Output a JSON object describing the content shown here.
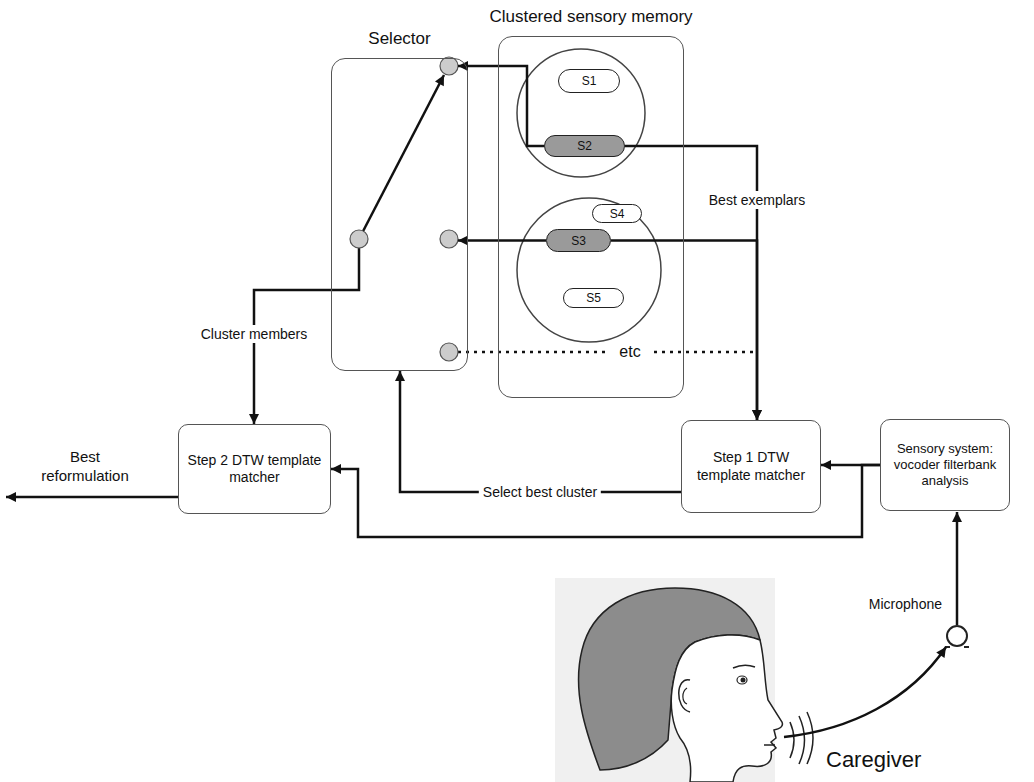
{
  "diagram": {
    "nodes": [
      {
        "text": [
          "Clustered sensory memory"
        ]
      },
      {
        "text": [
          "S1"
        ],
        "in": 0
      },
      {
        "text": [
          "S2"
        ],
        "in": 0
      },
      {
        "text": [
          "S4"
        ],
        "in": 0
      },
      {
        "text": [
          "S3"
        ],
        "in": 0
      },
      {
        "text": [
          "S5"
        ],
        "in": 0
      },
      {
        "text": [
          "Selector"
        ]
      },
      {
        "text": [
          "Step 1 DTW template matcher"
        ]
      },
      {
        "text": [
          "Sensory system: vocoder filterbank analysis"
        ]
      },
      {
        "text": [
          "Step 2 DTW template matcher"
        ]
      }
    ],
    "edges": [
      {
        "from": 2,
        "to": 6,
        "arrow": "to"
      },
      {
        "from": 4,
        "to": 6,
        "arrow": "to"
      },
      {
        "from": 2,
        "to": 7,
        "arrow": "to",
        "label": "Best exemplars"
      },
      {
        "from": 4,
        "to": 7,
        "arrow": "to"
      },
      {
        "from": 7,
        "to": 6,
        "arrow": "to",
        "label": "Select best cluster"
      },
      {
        "from": 6,
        "to": 9,
        "arrow": "to",
        "label": "Cluster members"
      },
      {
        "from": 8,
        "to": 7,
        "arrow": "to"
      },
      {
        "from": 8,
        "to": 9,
        "arrow": "to"
      }
    ],
    "labels": [
      "etc",
      "Best reformulation",
      "Microphone",
      "Caregiver"
    ]
  }
}
